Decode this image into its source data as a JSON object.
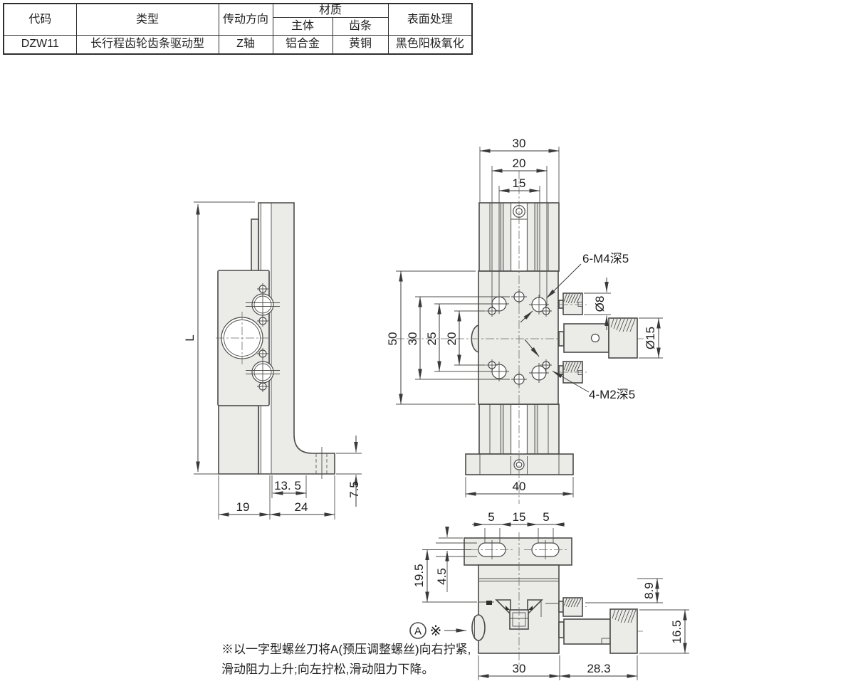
{
  "spec_table": {
    "headers": {
      "code": "代码",
      "type": "类型",
      "direction": "传动方向",
      "material": "材质",
      "material_body": "主体",
      "material_rack": "齿条",
      "surface": "表面处理"
    },
    "row": {
      "code": "DZW11",
      "type": "长行程齿轮齿条驱动型",
      "direction": "Z轴",
      "material_body": "铝合金",
      "material_rack": "黄铜",
      "surface": "黑色阳极氧化"
    }
  },
  "side_view": {
    "dims": {
      "height": "L",
      "foot_offset": "13. 5",
      "base_left": "19",
      "base_right": "24",
      "foot_height": "7.5"
    }
  },
  "front_view": {
    "dims": {
      "top_width": "30",
      "top_screw_span": "20",
      "top_hole_span": "15",
      "plate_height": "50",
      "center_hole_span": "30",
      "hole_span": "25",
      "screw_span": "20",
      "base_width": "40",
      "knob_small_dia": "Ø8",
      "knob_large_dia": "Ø15"
    },
    "labels": {
      "m4_holes": "6-M4深5",
      "m2_holes": "4-M2深5"
    }
  },
  "top_view": {
    "dims": {
      "slot_left": "5",
      "slot_center": "15",
      "slot_right": "5",
      "depth_total": "19.5",
      "flange_offset": "4.5",
      "knob_offset": "8.9",
      "knob_dia": "16.5",
      "body_width": "30",
      "knob_length": "28.3"
    },
    "labels": {
      "screw_marker": "A",
      "ref_mark": "※"
    }
  },
  "note": {
    "line1": "※以一字型螺丝刀将A(预压调整螺丝)向右拧紧,",
    "line2": "滑动阻力上升;向左拧松,滑动阻力下降。"
  },
  "colors": {
    "outline": "#4a4a48",
    "fill": "#ebebe8",
    "dimension": "#3a3a3a",
    "text": "#1c1c1c"
  }
}
